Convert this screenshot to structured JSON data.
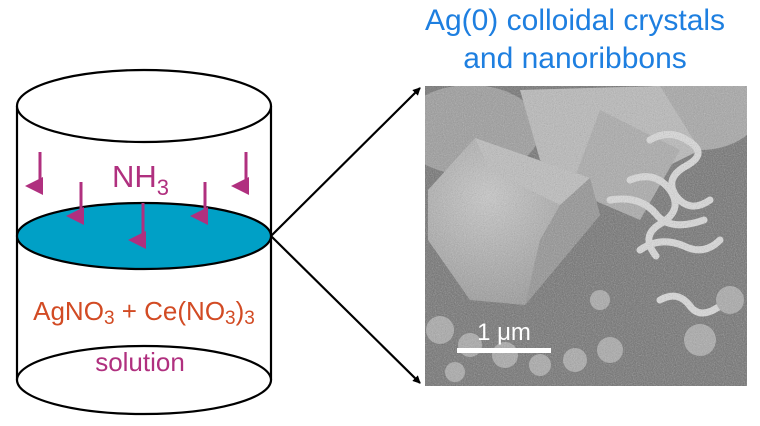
{
  "title": {
    "line1": "Ag(0) colloidal crystals",
    "line2": "and nanoribbons"
  },
  "beaker": {
    "gas_label_main": "NH",
    "gas_label_sub": "3",
    "reagent_parts": [
      "AgNO",
      "3",
      " + Ce(NO",
      "3",
      ")",
      "3"
    ],
    "solution_label": "solution"
  },
  "micrograph": {
    "scale_bar_label": "1 μm"
  },
  "colors": {
    "title": "#1e7fe0",
    "arrows": "#b0307f",
    "gas_label": "#b0307f",
    "reagent_label": "#d24b24",
    "solution_label": "#b0307f",
    "liquid_surface": "#00a0c6"
  },
  "icons": [
    "down-arrow-icon",
    "pointer-arrow-icon"
  ]
}
